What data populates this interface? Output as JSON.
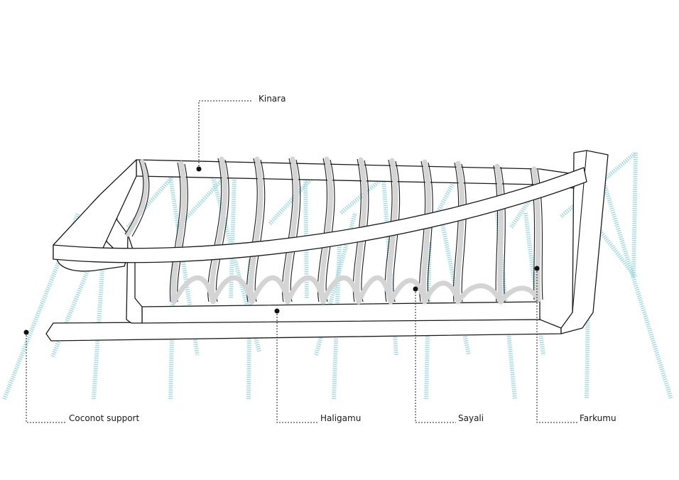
{
  "labels": {
    "kinara": "Kinara",
    "coconut_support": "Coconot support",
    "haligamu": "Haligamu",
    "sayali": "Sayali",
    "farkumu": "Farkumu"
  },
  "colors": {
    "line": "#1a1a1a",
    "rib_fill": "#d4d4d4",
    "support_poles": "#a9dce0"
  }
}
